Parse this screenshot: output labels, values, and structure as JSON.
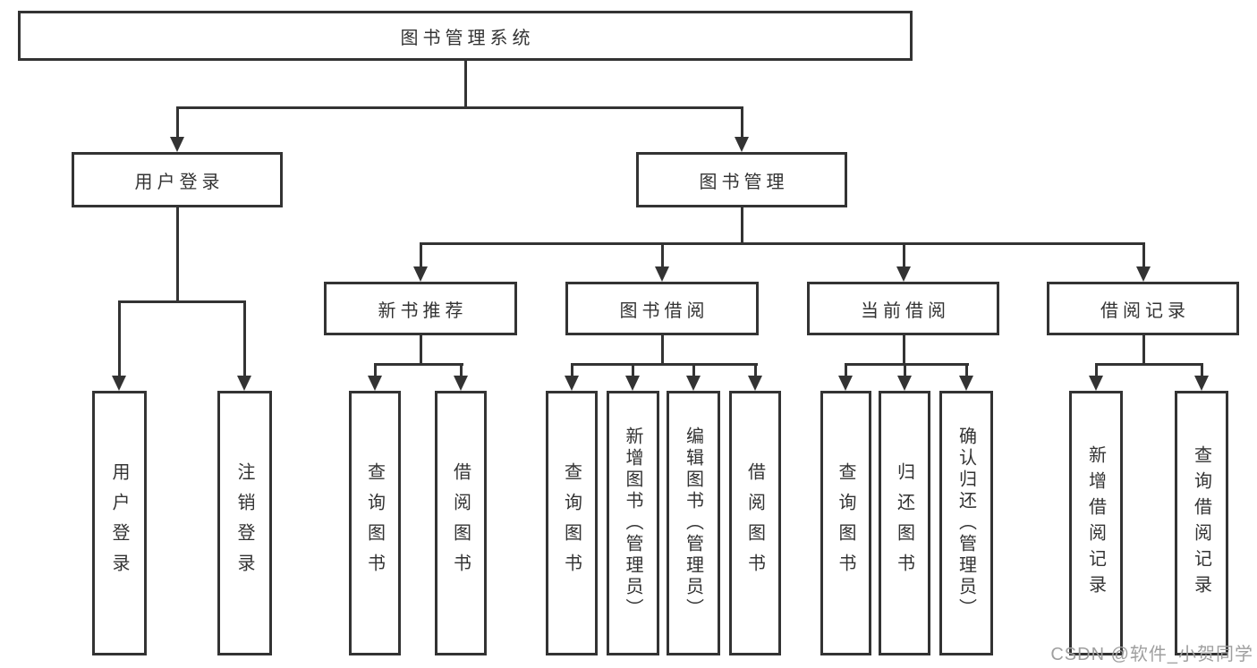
{
  "diagram": {
    "title": "图书管理系统",
    "root": {
      "label": "图书管理系统"
    },
    "level2": [
      {
        "label": "用户登录"
      },
      {
        "label": "图书管理"
      }
    ],
    "level3": [
      {
        "label": "新书推荐"
      },
      {
        "label": "图书借阅"
      },
      {
        "label": "当前借阅"
      },
      {
        "label": "借阅记录"
      }
    ],
    "leaves": {
      "user_login": [
        "用户登录",
        "注销登录"
      ],
      "new_book_recommend": [
        "查询图书",
        "借阅图书"
      ],
      "book_borrow": [
        "查询图书",
        "新增图书（管理员）",
        "编辑图书（管理员）",
        "借阅图书"
      ],
      "current_borrow": [
        "查询图书",
        "归还图书",
        "确认归还（管理员）"
      ],
      "borrow_records": [
        "新增借阅记录",
        "查询借阅记录"
      ]
    }
  },
  "watermark": "CSDN @软件_小贺同学",
  "colors": {
    "line": "#333333",
    "box_background": "#ffffff",
    "text": "#333333",
    "watermark_text": "#9f9f9f"
  }
}
